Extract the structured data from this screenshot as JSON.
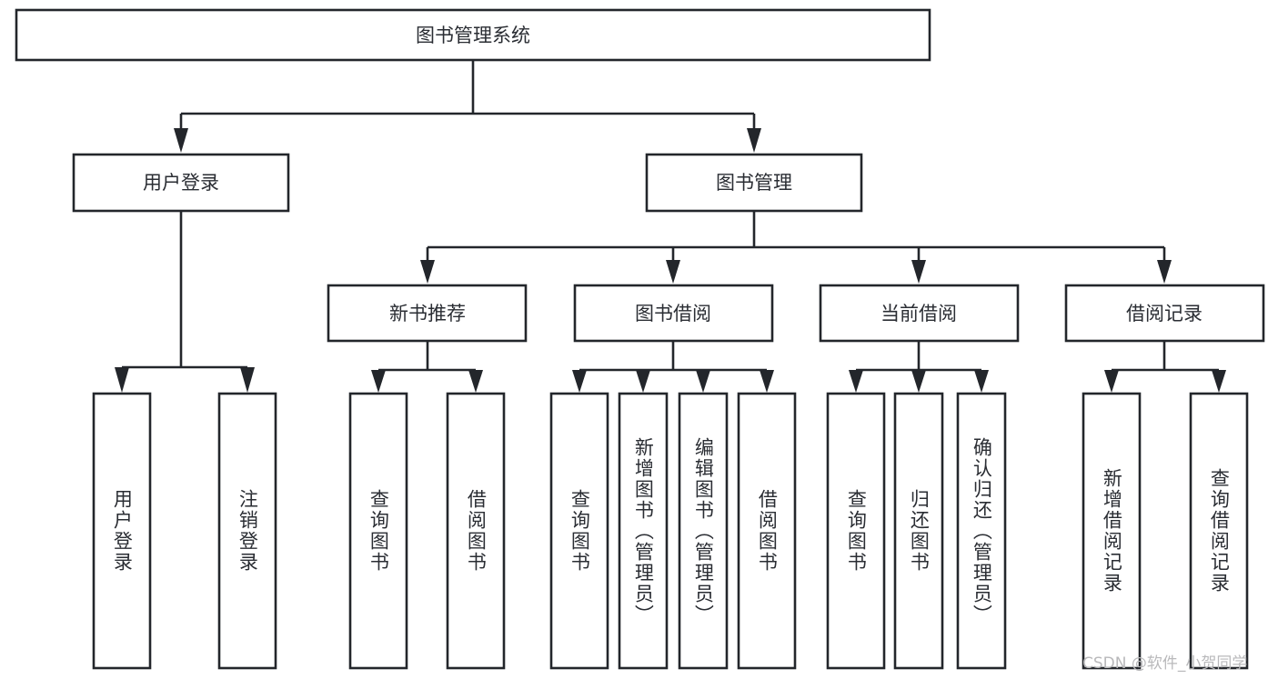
{
  "diagram": {
    "title": "图书管理系统",
    "type": "tree-hierarchy",
    "watermark": "CSDN @软件_小贺同学",
    "colors": {
      "stroke": "#23262b",
      "box_fill": "#ffffff",
      "text": "#2a2d33",
      "background": "#ffffff",
      "watermark": "#b9b9bb"
    },
    "levels": [
      {
        "level": 0,
        "nodes": [
          {
            "id": "root",
            "label": "图书管理系统",
            "orientation": "horizontal"
          }
        ]
      },
      {
        "level": 1,
        "nodes": [
          {
            "id": "user-login",
            "label": "用户登录",
            "orientation": "horizontal",
            "parent": "root"
          },
          {
            "id": "book-manage",
            "label": "图书管理",
            "orientation": "horizontal",
            "parent": "root"
          }
        ]
      },
      {
        "level": 2,
        "nodes": [
          {
            "id": "new-book-rec",
            "label": "新书推荐",
            "orientation": "horizontal",
            "parent": "book-manage"
          },
          {
            "id": "book-borrow",
            "label": "图书借阅",
            "orientation": "horizontal",
            "parent": "book-manage"
          },
          {
            "id": "current-borrow",
            "label": "当前借阅",
            "orientation": "horizontal",
            "parent": "book-manage"
          },
          {
            "id": "borrow-record",
            "label": "借阅记录",
            "orientation": "horizontal",
            "parent": "book-manage"
          }
        ]
      },
      {
        "level": 3,
        "nodes": [
          {
            "id": "leaf-user-login",
            "label": "用户登录",
            "orientation": "vertical",
            "parent": "user-login"
          },
          {
            "id": "leaf-user-logout",
            "label": "注销登录",
            "orientation": "vertical",
            "parent": "user-login"
          },
          {
            "id": "leaf-rec-query",
            "label": "查询图书",
            "orientation": "vertical",
            "parent": "new-book-rec"
          },
          {
            "id": "leaf-rec-borrow",
            "label": "借阅图书",
            "orientation": "vertical",
            "parent": "new-book-rec"
          },
          {
            "id": "leaf-borrow-query",
            "label": "查询图书",
            "orientation": "vertical",
            "parent": "book-borrow"
          },
          {
            "id": "leaf-borrow-add",
            "label": "新增图书（管理员）",
            "orientation": "vertical",
            "parent": "book-borrow"
          },
          {
            "id": "leaf-borrow-edit",
            "label": "编辑图书（管理员）",
            "orientation": "vertical",
            "parent": "book-borrow"
          },
          {
            "id": "leaf-borrow-do",
            "label": "借阅图书",
            "orientation": "vertical",
            "parent": "book-borrow"
          },
          {
            "id": "leaf-current-query",
            "label": "查询图书",
            "orientation": "vertical",
            "parent": "current-borrow"
          },
          {
            "id": "leaf-current-return",
            "label": "归还图书",
            "orientation": "vertical",
            "parent": "current-borrow"
          },
          {
            "id": "leaf-current-confirm",
            "label": "确认归还（管理员）",
            "orientation": "vertical",
            "parent": "current-borrow"
          },
          {
            "id": "leaf-record-add",
            "label": "新增借阅记录",
            "orientation": "vertical",
            "parent": "borrow-record"
          },
          {
            "id": "leaf-record-query",
            "label": "查询借阅记录",
            "orientation": "vertical",
            "parent": "borrow-record"
          }
        ]
      }
    ]
  }
}
